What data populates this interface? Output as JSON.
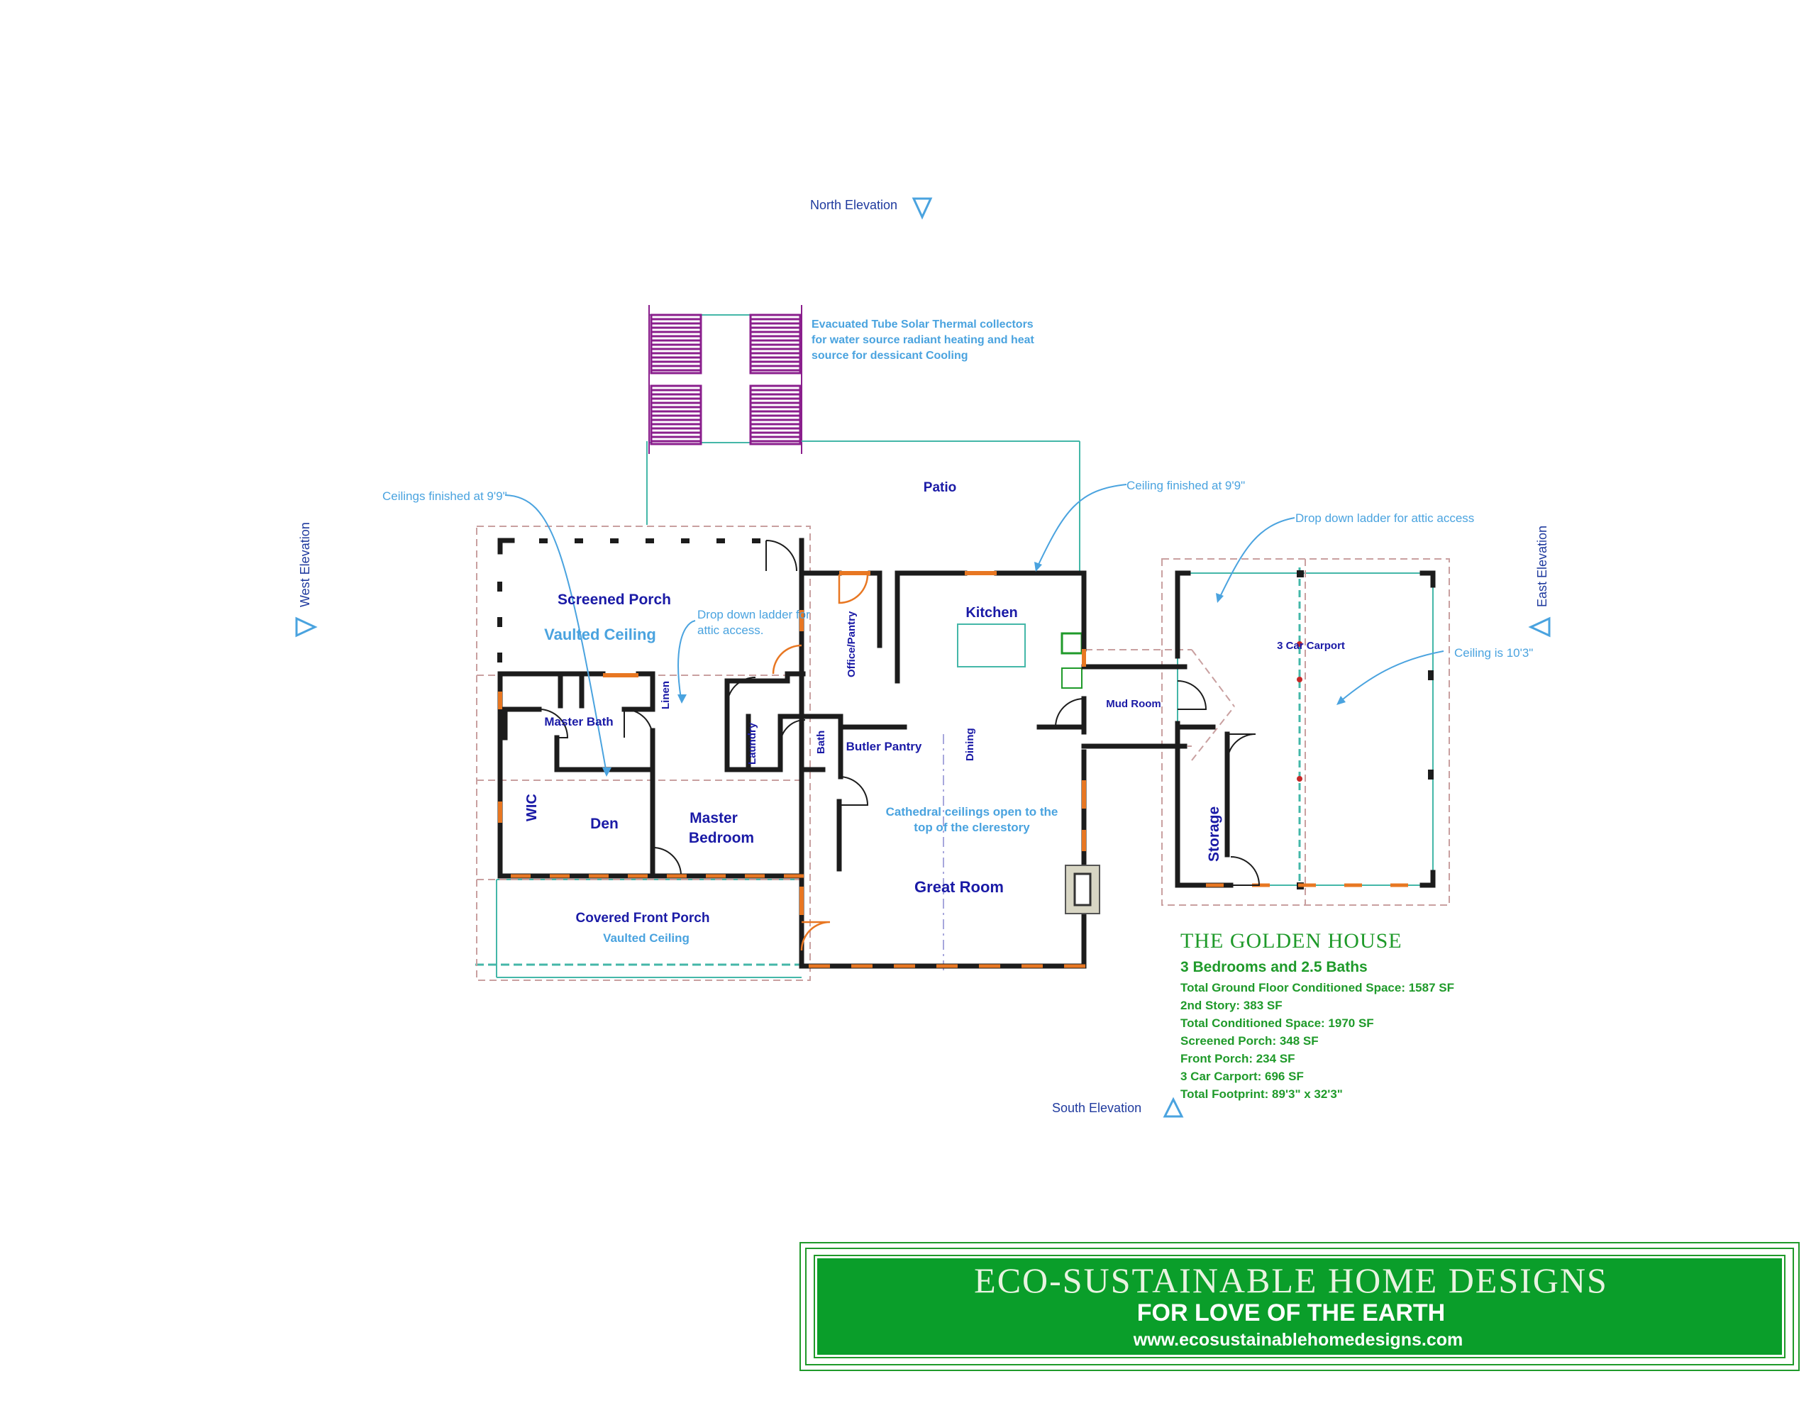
{
  "elevations": {
    "north": "North Elevation",
    "south": "South Elevation",
    "west": "West Elevation",
    "east": "East Elevation"
  },
  "notes": {
    "solar_line1": "Evacuated Tube Solar Thermal collectors",
    "solar_line2": "for water source radiant heating and heat",
    "solar_line3": "source for dessicant Cooling",
    "ceilings_left": "Ceilings finished at 9'9\"",
    "ceiling_kitchen": "Ceiling finished at 9'9\"",
    "ladder_east": "Drop down ladder for attic access",
    "ladder_porch_line1": "Drop down ladder for",
    "ladder_porch_line2": "attic access.",
    "ceiling_carport": "Ceiling is 10'3\"",
    "cathedral_line1": "Cathedral ceilings open to the",
    "cathedral_line2": "top of the clerestory"
  },
  "rooms": {
    "patio": "Patio",
    "screened_porch": "Screened Porch",
    "vaulted_ceiling": "Vaulted Ceiling",
    "kitchen": "Kitchen",
    "office_pantry": "Office/Pantry",
    "linen": "Linen",
    "master_bath": "Master Bath",
    "laundry": "Laundry",
    "bath": "Bath",
    "butler_pantry": "Butler Pantry",
    "dining": "Dining",
    "mud_room": "Mud Room",
    "carport": "3 Car Carport",
    "storage": "Storage",
    "wic": "WIC",
    "den": "Den",
    "master_bedroom_line1": "Master",
    "master_bedroom_line2": "Bedroom",
    "great_room": "Great Room",
    "covered_front_porch": "Covered Front Porch",
    "front_porch_ceiling": "Vaulted Ceiling"
  },
  "info": {
    "title": "THE GOLDEN HOUSE",
    "bedrooms": "3 Bedrooms and 2.5 Baths",
    "lines": [
      "Total Ground Floor Conditioned Space: 1587 SF",
      "2nd Story: 383 SF",
      "Total Conditioned Space: 1970 SF",
      "Screened Porch: 348 SF",
      "Front Porch: 234 SF",
      "3 Car Carport: 696 SF",
      "Total Footprint: 89'3\" x 32'3\""
    ]
  },
  "banner": {
    "title": "ECO-SUSTAINABLE HOME DESIGNS",
    "tagline": "FOR LOVE OF THE EARTH",
    "url": "www.ecosustainablehomedesigns.com"
  },
  "colors": {
    "room_labels": "#1a1aa6",
    "notes": "#4aa3df",
    "info_text": "#1f9a2a",
    "banner_green": "#0a9e2a",
    "solar_panels": "#8a1e8c",
    "doors_windows": "#e87722",
    "outline_teal": "#44b7a8"
  }
}
